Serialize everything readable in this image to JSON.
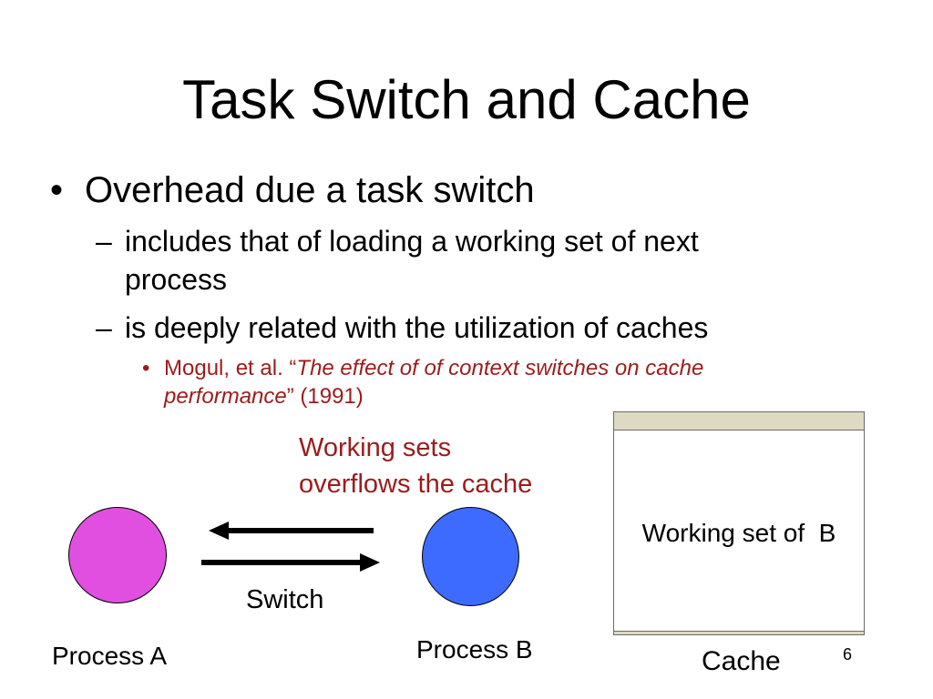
{
  "slide": {
    "title": "Task Switch and Cache",
    "page_number": "6"
  },
  "bullets": {
    "level1_marker": "•",
    "level1_text": "Overhead due a task switch",
    "level2_marker": "–",
    "level2a_line1": "includes that of loading a working set of next",
    "level2a_line2": "process",
    "level2b_text": "is deeply related with the utilization of caches",
    "level3_marker": "•",
    "level3_prefix": "Mogul, et al. “",
    "level3_italic_line1": "The effect of of context switches on cache",
    "level3_italic_line2": "performance",
    "level3_suffix": "” (1991)"
  },
  "diagram": {
    "annotation_line1": "Working sets",
    "annotation_line2": "overflows the cache",
    "process_a_label": "Process A",
    "process_b_label": "Process B",
    "switch_label": "Switch",
    "cache_label": "Cache",
    "cache_content": "Working set of  B",
    "colors": {
      "process_a": "#e04fe0",
      "process_b": "#3d6bff",
      "cache_band": "#ddd9c3",
      "annotation_text": "#9b1c1c"
    }
  }
}
